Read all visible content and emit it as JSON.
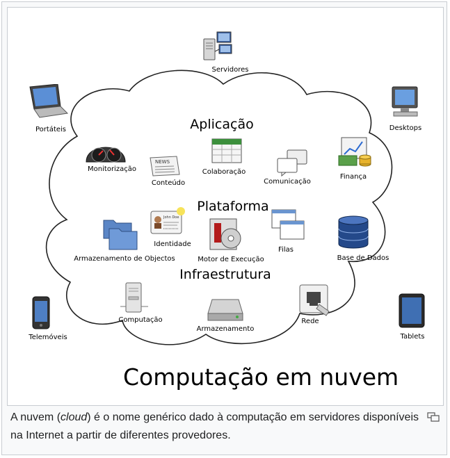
{
  "diagram": {
    "title": "Computação em nuvem",
    "layers": {
      "application": "Aplicação",
      "platform": "Plataforma",
      "infrastructure": "Infraestrutura"
    },
    "clients": {
      "servers": "Servidores",
      "laptops": "Portáteis",
      "desktops": "Desktops",
      "phones": "Telemóveis",
      "tablets": "Tablets"
    },
    "application_items": {
      "monitoring": "Monitorização",
      "content": "Conteúdo",
      "collaboration": "Colaboração",
      "communication": "Comunicação",
      "finance": "Finança"
    },
    "platform_items": {
      "object_storage": "Armazenamento de Objectos",
      "identity": "Identidade",
      "runtime": "Motor de Execução",
      "queues": "Filas",
      "database": "Base de Dados"
    },
    "infrastructure_items": {
      "compute": "Computação",
      "storage": "Armazenamento",
      "network": "Rede"
    },
    "icon_texts": {
      "news": "NEWS",
      "id_name": "John Doe"
    }
  },
  "caption": {
    "before": "A nuvem (",
    "italic": "cloud",
    "after": ") é o nome genérico dado à computação em servidores disponíveis na Internet a partir de diferentes provedores."
  }
}
